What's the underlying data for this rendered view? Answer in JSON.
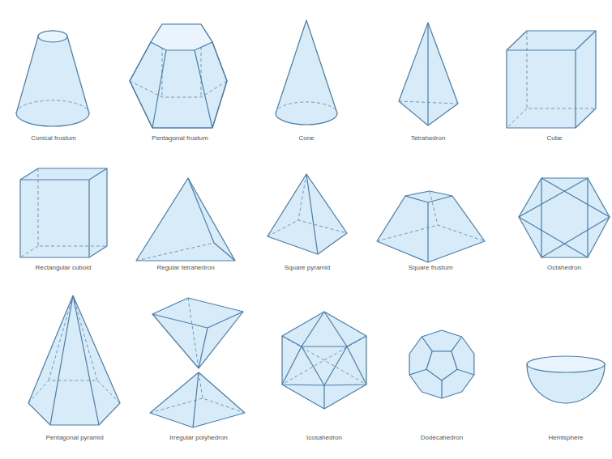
{
  "diagram": {
    "labels": [
      "Conical frustum",
      "Pentagonal frustum",
      "Cone",
      "Tetrahedron",
      "Cube",
      "Rectangular cuboid",
      "Regular tetrahedron",
      "Square pyramid",
      "Square frustum",
      "Octahedron",
      "Pentagonal pyramid",
      "Irregular polyhedron",
      "Icosahedron",
      "Dodecahedron",
      "Hemisphere"
    ]
  }
}
